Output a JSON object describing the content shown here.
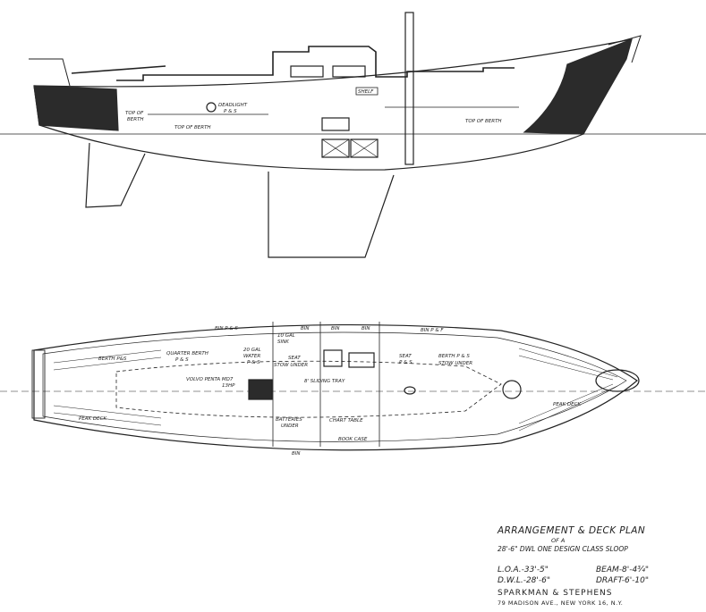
{
  "profile_labels": {
    "deadlight": "DEADLIGHT",
    "deadlight_ps": "P & S",
    "shelf": "SHELF",
    "top_of_berth_1": "TOP OF",
    "top_of_berth_1b": "BERTH",
    "top_of_berth_2": "TOP OF BERTH",
    "top_of_berth_3": "TOP OF BERTH"
  },
  "plan_labels": {
    "bin_ps": "BIN P & S",
    "bin_1": "BIN",
    "bin_2": "BIN",
    "bin_3": "BIN",
    "bin_pf": "BIN P & F",
    "bin_bottom": "BIN",
    "berth_ps_aft": "BERTH P&S",
    "quarter_berth": "QUARTER BERTH",
    "quarter_berth_ps": "P & S",
    "water_1": "20 GAL",
    "water_2": "WATER",
    "water_3": "P & S",
    "gal_10": "10 GAL",
    "sink": "SINK",
    "seat": "SEAT",
    "stow_under": "STOW UNDER",
    "seat_ps": "SEAT",
    "seat_ps_b": "P & S",
    "berth_ps_fwd": "BERTH P & S",
    "stow_under_fwd": "STOW UNDER",
    "volvo": "VOLVO PENTA MD7",
    "volvo_hp": "13HP",
    "sliding_tray": "8' SLIDING TRAY",
    "batteries": "BATTERIES",
    "batteries_under": "UNDER",
    "chart_table": "CHART TABLE",
    "book_case": "BOOK CASE",
    "peak_deck_aft": "PEAK DECK",
    "peak_deck_fwd": "PEAK DECK"
  },
  "title_block": {
    "title": "ARRANGEMENT & DECK PLAN",
    "of_a": "OF A",
    "subtitle": "28'-6\" DWL ONE DESIGN CLASS SLOOP",
    "loa": "L.O.A.-33'-5\"",
    "beam": "BEAM-8'-4¾\"",
    "dwl": "D.W.L.-28'-6\"",
    "draft": "DRAFT-6'-10\"",
    "firm": "SPARKMAN & STEPHENS",
    "address": "79 MADISON AVE., NEW YORK 16, N.Y."
  }
}
